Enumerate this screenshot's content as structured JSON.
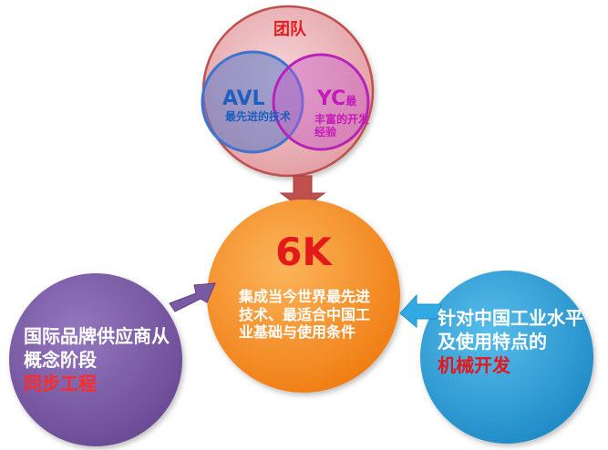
{
  "team": {
    "title": "团队",
    "avl": {
      "name": "AVL",
      "desc": "最先进的技术"
    },
    "yc": {
      "name": "YC",
      "name_suffix": "最",
      "desc": "丰富的开发经验"
    }
  },
  "center": {
    "title": "6K",
    "desc": "集成当今世界最先进技术、最适合中国工业基础与使用条件"
  },
  "left": {
    "text": "国际品牌供应商从概念阶段",
    "highlight": "同步工程"
  },
  "right": {
    "text": "针对中国工业水平及使用特点的",
    "highlight": "机械开发"
  },
  "colors": {
    "team_circle": "#e8a9ae",
    "avl_circle": "#4f7fd6",
    "yc_circle": "#c94fc9",
    "center_circle": "#f58b1c",
    "left_circle": "#7a5aa3",
    "right_circle": "#2e9ed8",
    "arrow_top": "#c0504d",
    "arrow_left": "#7a5aa3",
    "arrow_right": "#33a9e3",
    "accent_red": "#e41c1c"
  }
}
